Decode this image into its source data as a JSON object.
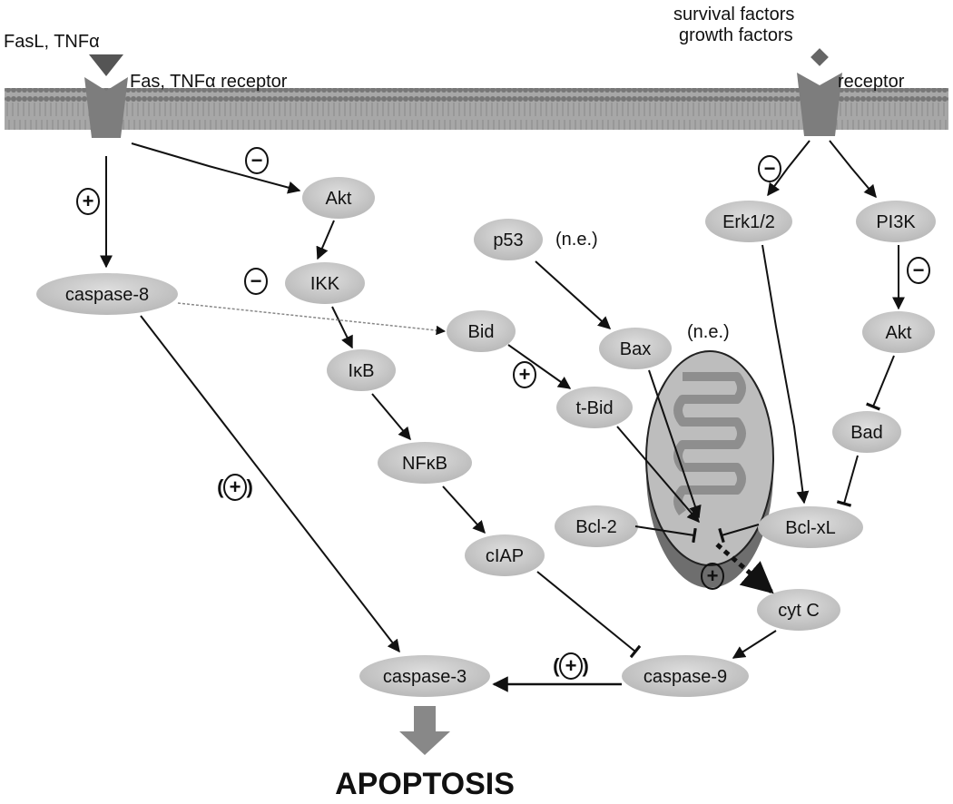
{
  "labels": {
    "ligand_left": "FasL, TNFα",
    "receptor_left": "Fas, TNFα receptor",
    "ligand_right_1": "survival factors",
    "ligand_right_2": "growth factors",
    "receptor_right": "receptor",
    "ne_p53": "(n.e.)",
    "ne_bax": "(n.e.)",
    "outcome": "APOPTOSIS"
  },
  "nodes": {
    "akt_left": "Akt",
    "ikk": "IKK",
    "caspase8": "caspase-8",
    "ikb": "IκB",
    "nfkb": "NFκB",
    "ciap": "cIAP",
    "p53": "p53",
    "bid": "Bid",
    "tbid": "t-Bid",
    "bax": "Bax",
    "bcl2": "Bcl-2",
    "bclxl": "Bcl-xL",
    "erk": "Erk1/2",
    "pi3k": "PI3K",
    "akt_right": "Akt",
    "bad": "Bad",
    "cytc": "cyt C",
    "caspase9": "caspase-9",
    "caspase3": "caspase-3"
  },
  "signs": {
    "minus": "−",
    "plus": "+",
    "plus_paren": "( + )"
  },
  "colors": {
    "node_fill": "#c8c8c8",
    "receptor": "#7d7d7d",
    "membrane": "#9a9a9a",
    "mito_outer": "#bdbdbd",
    "mito_dark": "#6e6e6e",
    "outcome_arrow": "#888888"
  }
}
